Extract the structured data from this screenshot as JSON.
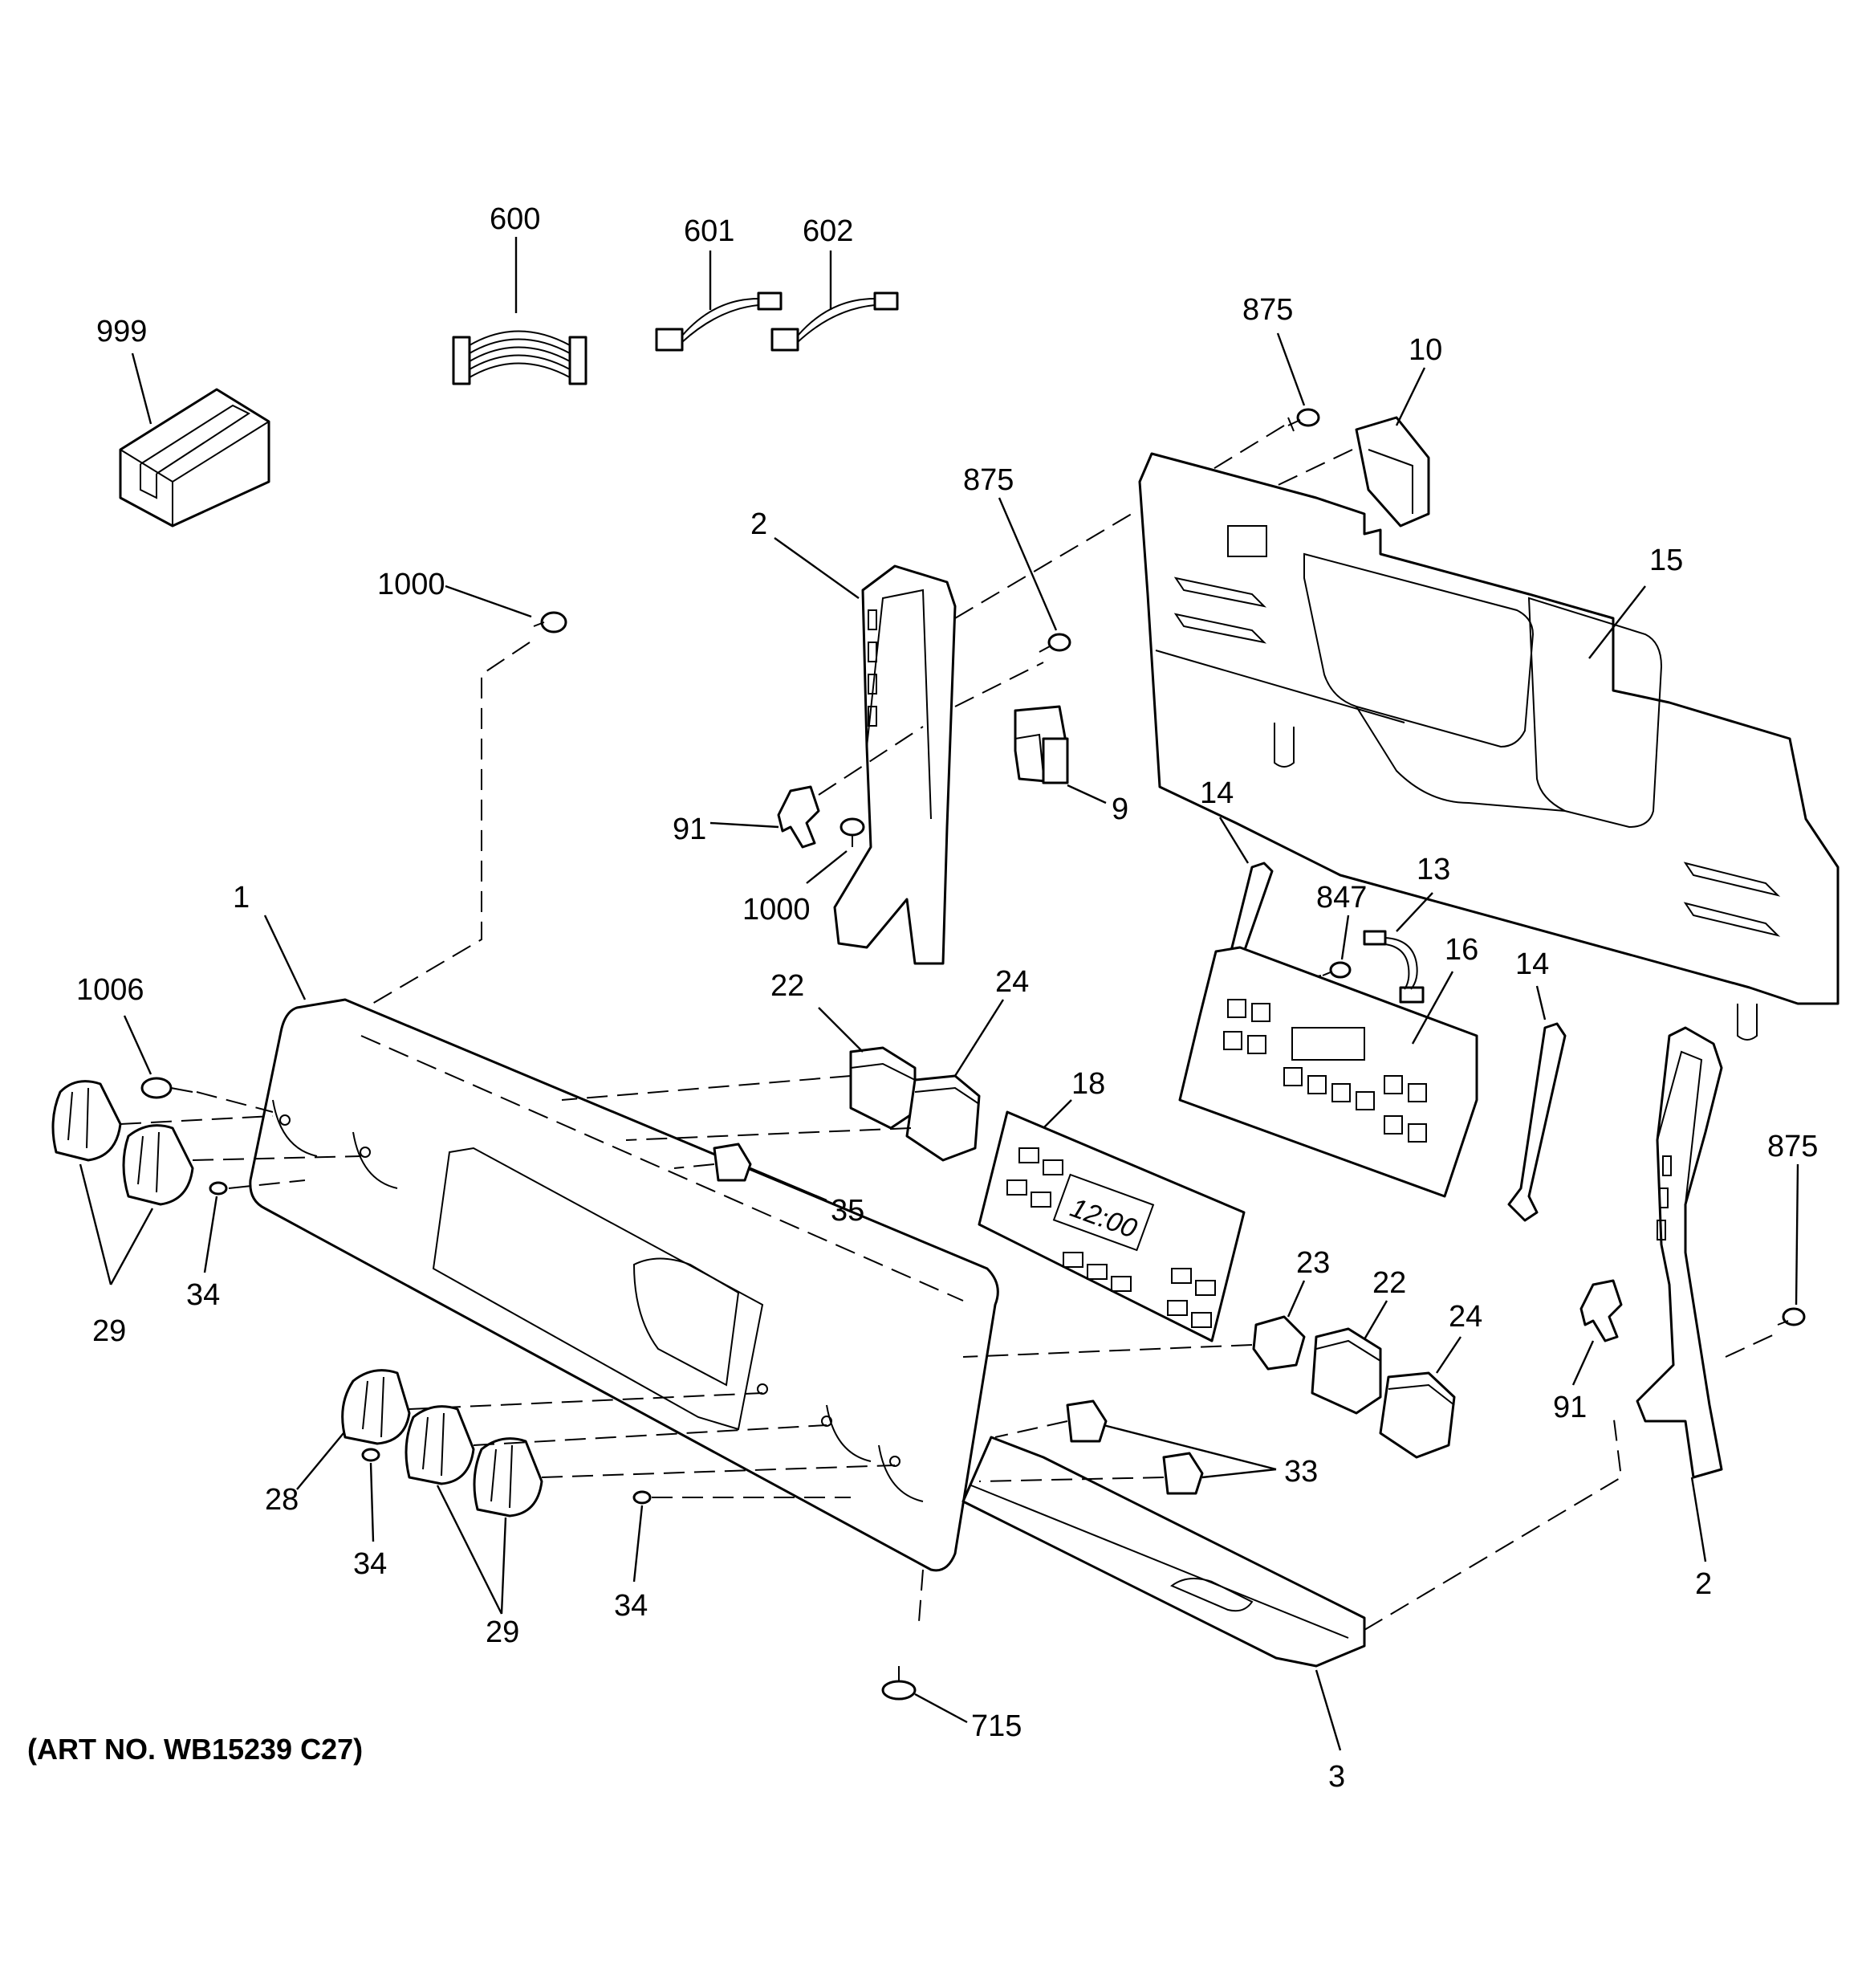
{
  "callouts": {
    "c999": "999",
    "c600": "600",
    "c601": "601",
    "c602": "602",
    "c875a": "875",
    "c10": "10",
    "c875b": "875",
    "c2a": "2",
    "c15": "15",
    "c1000a": "1000",
    "c9": "9",
    "c91a": "91",
    "c1000b": "1000",
    "c14a": "14",
    "c847": "847",
    "c13": "13",
    "c16": "16",
    "c14b": "14",
    "c1": "1",
    "c22a": "22",
    "c24a": "24",
    "c1006": "1006",
    "c18": "18",
    "c875c": "875",
    "c35": "35",
    "c34a": "34",
    "c29a": "29",
    "c23": "23",
    "c22b": "22",
    "c24b": "24",
    "c91b": "91",
    "c33": "33",
    "c28": "28",
    "c34b": "34",
    "c29b": "29",
    "c34c": "34",
    "c2b": "2",
    "c715": "715",
    "c3": "3"
  },
  "display_readout": "12:00",
  "art_number": "(ART NO. WB15239 C27)"
}
